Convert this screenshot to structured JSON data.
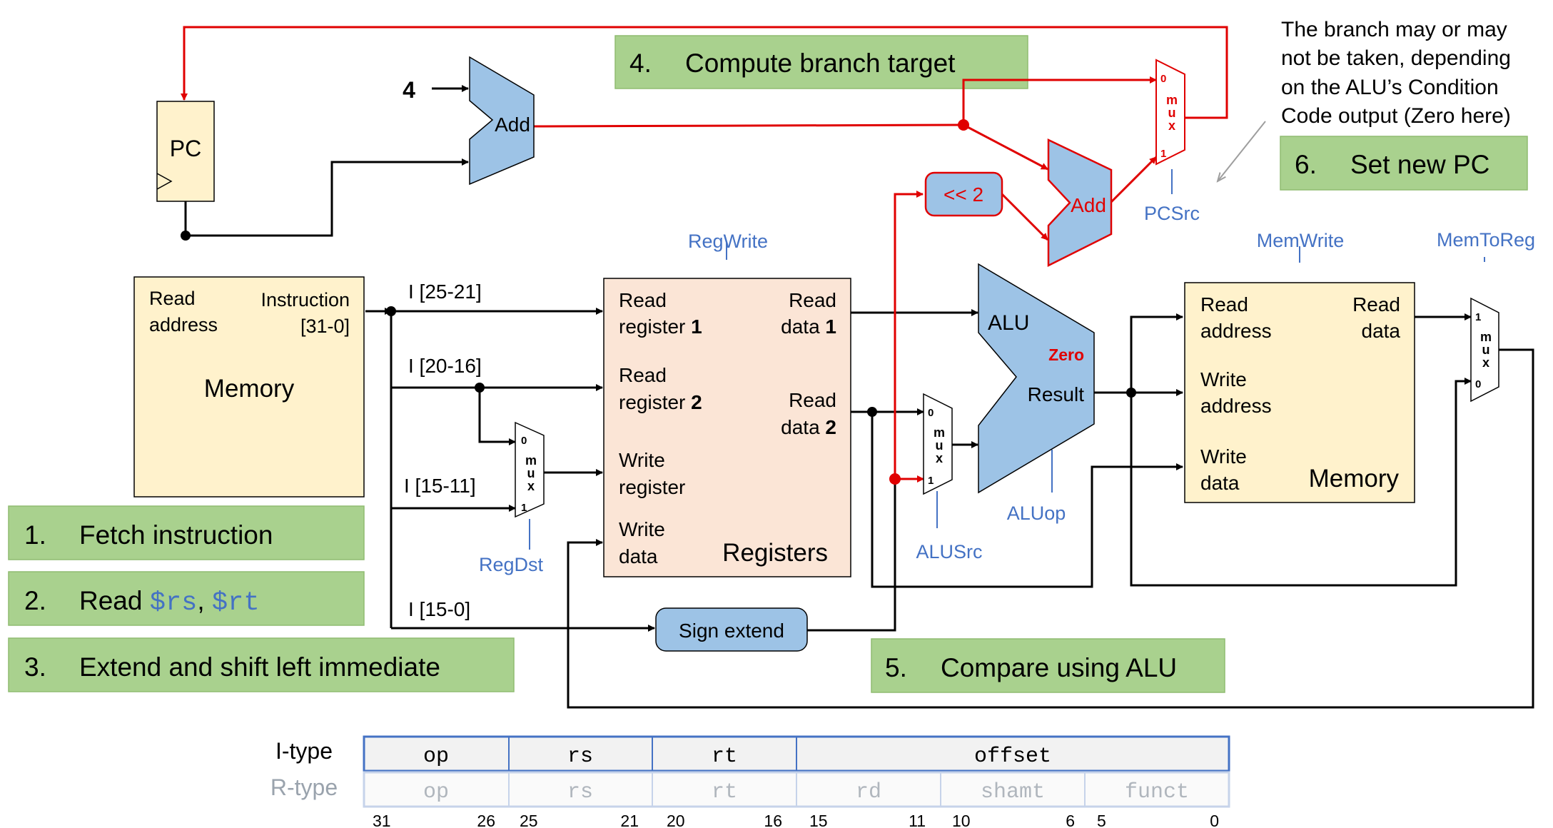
{
  "pc": {
    "label": "PC"
  },
  "const4": "4",
  "adders": {
    "pc_add": "Add",
    "branch_add": "Add"
  },
  "shift": "<< 2",
  "sign_extend": "Sign extend",
  "imem": {
    "read": "Read",
    "address": "address",
    "instruction": "Instruction",
    "bits": "[31-0]",
    "title": "Memory"
  },
  "fields": {
    "rs": "I [25-21]",
    "rt": "I [20-16]",
    "rd": "I [15-11]",
    "imm": "I [15-0]"
  },
  "regs": {
    "read_reg1_a": "Read",
    "read_reg1_b": "register ",
    "n1": "1",
    "read_reg2_a": "Read",
    "read_reg2_b": "register ",
    "n2": "2",
    "write_reg_a": "Write",
    "write_reg_b": "register",
    "write_data_a": "Write",
    "write_data_b": "data",
    "read_data1_a": "Read",
    "read_data1_b": "data ",
    "read_data2_a": "Read",
    "read_data2_b": "data ",
    "title": "Registers"
  },
  "alu": {
    "label": "ALU",
    "zero": "Zero",
    "result": "Result"
  },
  "dmem": {
    "read_addr_a": "Read",
    "read_addr_b": "address",
    "read_data_a": "Read",
    "read_data_b": "data",
    "write_addr_a": "Write",
    "write_addr_b": "address",
    "write_data_a": "Write",
    "write_data_b": "data",
    "title": "Memory"
  },
  "mux": {
    "m": "m",
    "u": "u",
    "x": "x",
    "zero": "0",
    "one": "1"
  },
  "controls": {
    "regwrite": "RegWrite",
    "regdst": "RegDst",
    "alusrc": "ALUSrc",
    "aluop": "ALUop",
    "memwrite": "MemWrite",
    "memtoreg": "MemToReg",
    "pcsrc": "PCSrc"
  },
  "steps": {
    "s1_num": "1.",
    "s1": "Fetch instruction",
    "s2_num": "2.",
    "s2_pre": "Read ",
    "s2_rs": "$rs",
    "s2_comma": ", ",
    "s2_rt": "$rt",
    "s3_num": "3.",
    "s3": "Extend and shift left immediate",
    "s4_num": "4.",
    "s4": "Compute branch target",
    "s5_num": "5.",
    "s5": "Compare using ALU",
    "s6_num": "6.",
    "s6": "Set new PC"
  },
  "note": [
    "The branch may or may",
    "not be taken, depending",
    "on the ALU’s Condition",
    "Code output (Zero here)"
  ],
  "format": {
    "itype_label": "I-type",
    "rtype_label": "R-type",
    "itype": [
      "op",
      "rs",
      "rt",
      "offset"
    ],
    "rtype": [
      "op",
      "rs",
      "rt",
      "rd",
      "shamt",
      "funct"
    ],
    "bits": [
      "31",
      "26",
      "25",
      "21",
      "20",
      "16",
      "15",
      "11",
      "10",
      "6",
      "5",
      "0"
    ]
  },
  "colors": {
    "green_box": "#a9d18e",
    "blue_unit": "#9dc3e6",
    "peach": "#fbe5d6",
    "cream": "#fff2cc",
    "red": "#e00000",
    "control_blue": "#4472c4"
  }
}
